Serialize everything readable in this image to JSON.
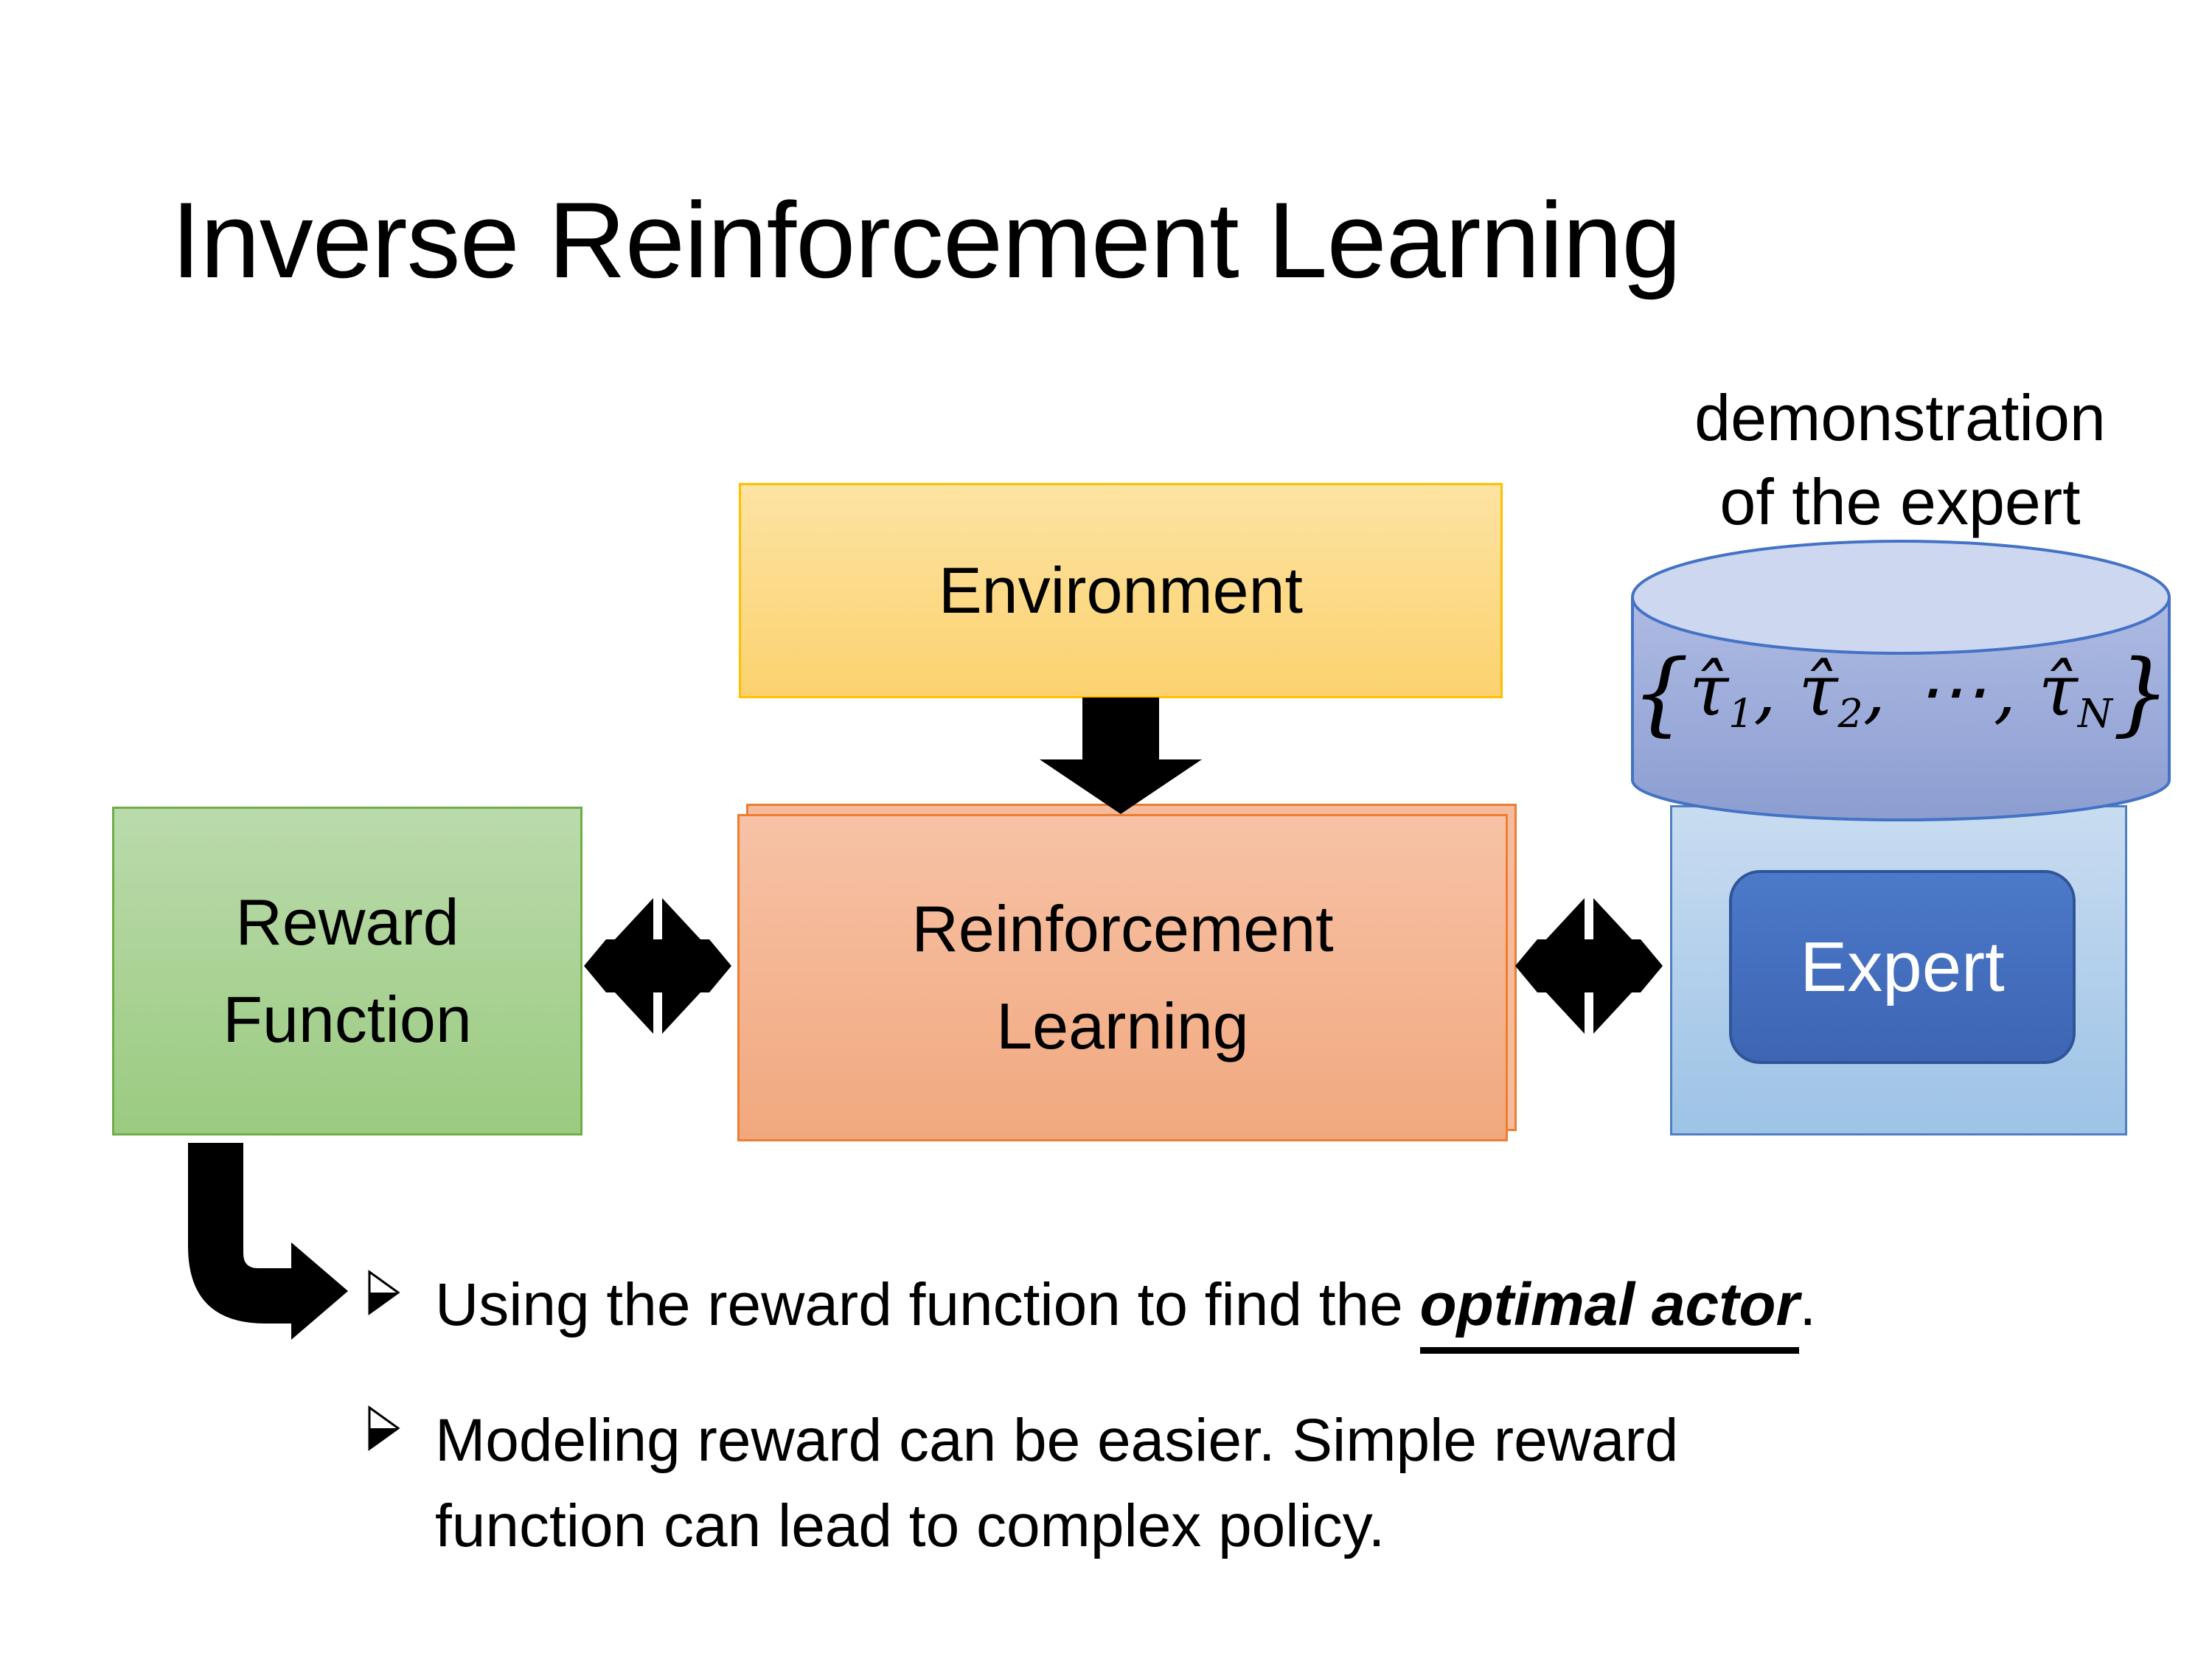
{
  "title": "Inverse Reinforcement Learning",
  "annotation": {
    "line1": "demonstration",
    "line2": "of the expert"
  },
  "environment": {
    "label": "Environment"
  },
  "reward": {
    "line1": "Reward",
    "line2": "Function"
  },
  "rl": {
    "line1": "Reinforcement",
    "line2": "Learning"
  },
  "expert": {
    "label": "Expert"
  },
  "cylinder_formula": {
    "open": "{",
    "tau1": "τ̂",
    "sub1": "1",
    "comma1": ",",
    "tau2": "τ̂",
    "sub2": "2",
    "comma2": ",",
    "dots": "⋯",
    "comma3": ",",
    "tauN": "τ̂",
    "subN": "N",
    "close": "}"
  },
  "bullets": {
    "b1_before": "Using the reward function to find the ",
    "b1_emphasis": "optimal actor",
    "b1_after": ".",
    "b2_line1": "Modeling reward can be easier. Simple reward",
    "b2_line2": "function can lead to complex policy."
  },
  "icons": {
    "down_arrow": "block-arrow-down-icon",
    "double_arrow_left": "double-headed-arrow-icon",
    "double_arrow_right": "double-headed-arrow-icon",
    "bent_arrow": "elbow-arrow-icon",
    "bullet_glyph": "arrowhead-bullet-icon",
    "database_cylinder": "database-cylinder-icon"
  },
  "colors": {
    "gold": "#FFC000",
    "env_top": "#FDE3A3",
    "env_bot": "#FBD26E",
    "orange": "#ED7D31",
    "rl_top": "#F7C2A6",
    "rl_bot": "#F1A87E",
    "rl_ghost": "#F5BB9D",
    "green": "#70AD47",
    "rew_top": "#BADAAB",
    "rew_bot": "#9BCB81",
    "blue": "#4472C4",
    "blue_dark": "#2F5597",
    "exp_out_border": "#4E7FC0",
    "exp_out_top": "#C9DCF1",
    "exp_out_bot": "#9DC3E6",
    "exp_in_top": "#4C79C9",
    "exp_in_bot": "#3D65B3",
    "cyl_ellipse": "#CDD7F0",
    "cyl_body_top": "#AEBBE3",
    "cyl_body_bot": "#8C9DD1",
    "arrow_black": "#000000",
    "ink": "#000000"
  }
}
